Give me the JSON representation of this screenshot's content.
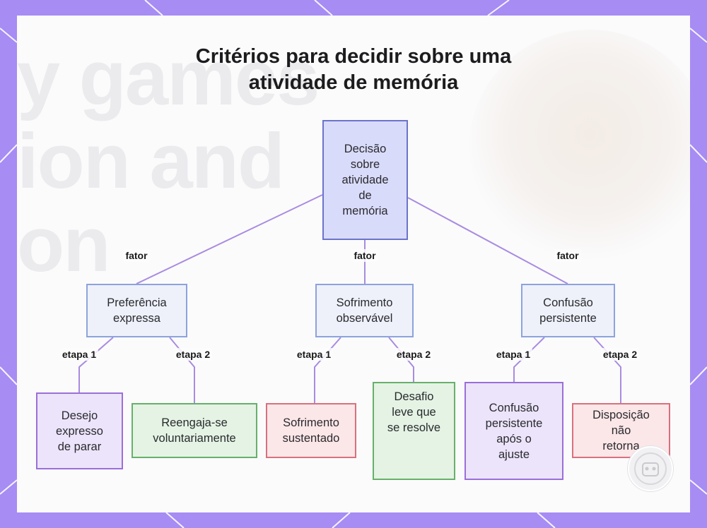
{
  "title": [
    "Critérios para decidir sobre uma",
    "atividade de memória"
  ],
  "colors": {
    "frame": "#a68cf3",
    "edge": "#a98be0",
    "root_fill": "#d9dbfb",
    "mid_fill": "#eef1fa",
    "purple_fill": "#ece4fb",
    "green_fill": "#e4f3e4",
    "red_fill": "#fbe6e8"
  },
  "root": {
    "label": "Decisão sobre atividade de memória",
    "lines": [
      "Decisão",
      "sobre",
      "atividade",
      "de",
      "memória"
    ]
  },
  "branches": [
    {
      "edge_label": "fator",
      "label": [
        "Preferência",
        "expressa"
      ],
      "children": [
        {
          "edge_label": "etapa 1",
          "lines": [
            "Desejo",
            "expresso",
            "de parar"
          ],
          "kind": "purple"
        },
        {
          "edge_label": "etapa 2",
          "lines": [
            "Reengaja-se",
            "voluntariamente"
          ],
          "kind": "green"
        }
      ]
    },
    {
      "edge_label": "fator",
      "label": [
        "Sofrimento",
        "observável"
      ],
      "children": [
        {
          "edge_label": "etapa 1",
          "lines": [
            "Sofrimento",
            "sustentado"
          ],
          "kind": "red"
        },
        {
          "edge_label": "etapa 2",
          "lines": [
            "Desafio",
            "leve que",
            "se resolve"
          ],
          "kind": "green"
        }
      ]
    },
    {
      "edge_label": "fator",
      "label": [
        "Confusão",
        "persistente"
      ],
      "children": [
        {
          "edge_label": "etapa 1",
          "lines": [
            "Confusão",
            "persistente",
            "após o",
            "ajuste"
          ],
          "kind": "purple"
        },
        {
          "edge_label": "etapa 2",
          "lines": [
            "Disposição",
            "não",
            "retorna"
          ],
          "kind": "red"
        }
      ]
    }
  ],
  "background_text": [
    "y games",
    "ion and",
    "on"
  ],
  "icons": {
    "badge": "logo-badge-icon"
  }
}
